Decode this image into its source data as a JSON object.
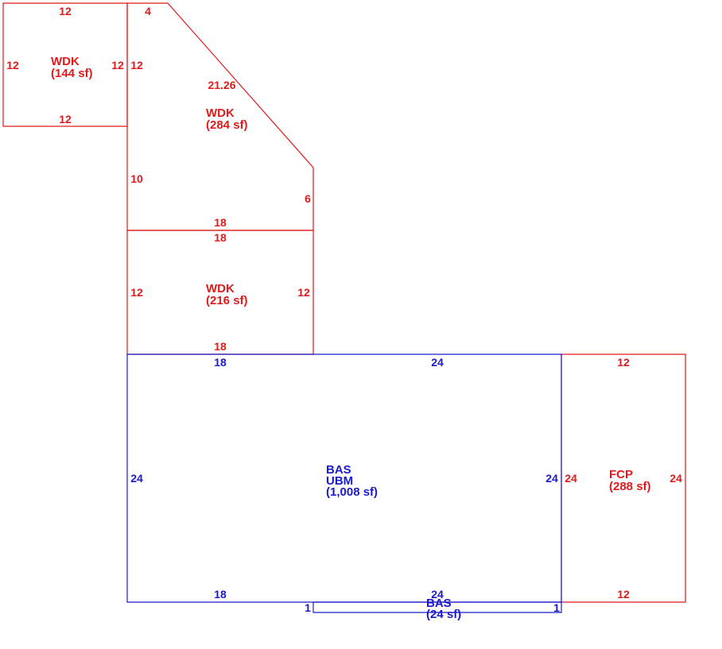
{
  "colors": {
    "wdk": "#e01b1b",
    "bas": "#1a1acc",
    "fcp": "#e01b1b"
  },
  "areas": {
    "wdk_small": {
      "code": "WDK",
      "area": "(144 sf)"
    },
    "wdk_angled": {
      "code": "WDK",
      "area": "(284 sf)"
    },
    "wdk_middle": {
      "code": "WDK",
      "area": "(216 sf)"
    },
    "bas_main": {
      "code": "BAS",
      "code2": "UBM",
      "area": "(1,008 sf)"
    },
    "fcp": {
      "code": "FCP",
      "area": "(288 sf)"
    },
    "bas_strip": {
      "code": "BAS",
      "area": "(24 sf)"
    }
  },
  "dims": {
    "wdk_small": {
      "top": "12",
      "bottom": "12",
      "left": "12",
      "right": "12"
    },
    "wdk_angled": {
      "top": "4",
      "diag": "21.26",
      "right": "6",
      "left_top": "12",
      "left": "10",
      "bottom": "18"
    },
    "wdk_middle": {
      "top": "18",
      "left": "12",
      "right": "12",
      "bottom": "18"
    },
    "bas_main": {
      "top_left": "18",
      "top_right": "24",
      "left": "24",
      "right": "24",
      "bottom_left": "18",
      "bottom_right": "24"
    },
    "fcp": {
      "top": "12",
      "left": "24",
      "right": "24",
      "bottom": "12"
    },
    "bas_strip": {
      "left": "1",
      "right": "1",
      "top": "24"
    }
  }
}
